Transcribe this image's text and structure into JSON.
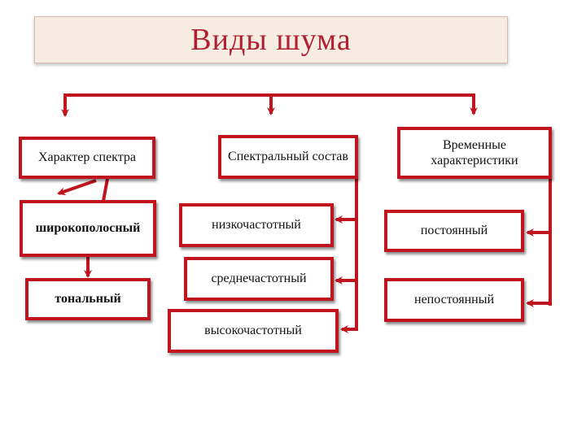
{
  "title": "Виды шума",
  "colors": {
    "accent": "#c0141e",
    "title_text": "#b02030",
    "title_bg": "#f6ece2"
  },
  "categories": {
    "spectrum": {
      "label": "Характер спектра",
      "items": [
        "широкополосный",
        "тональный"
      ]
    },
    "composition": {
      "label": "Спектральный состав",
      "items": [
        "низкочастотный",
        "среднечастотный",
        "высокочастотный"
      ]
    },
    "temporal": {
      "label": "Временные характеристики",
      "items": [
        "постоянный",
        "непостоянный"
      ]
    }
  }
}
